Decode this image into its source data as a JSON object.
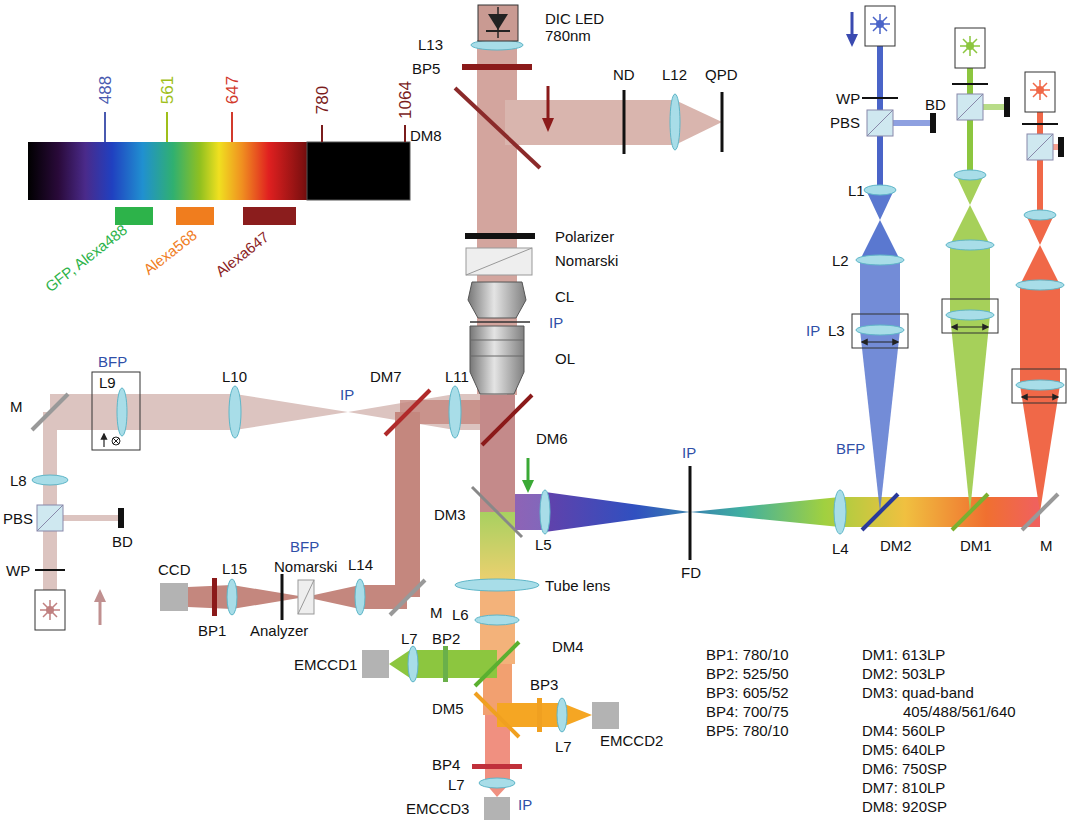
{
  "diagram": {
    "nodes": [
      {
        "text": [
          "CCD"
        ]
      },
      {
        "text": [
          "EMCCD1"
        ]
      },
      {
        "text": [
          "EMCCD2"
        ]
      },
      {
        "text": [
          "EMCCD3"
        ]
      }
    ],
    "labels": [
      "488",
      "561",
      "647",
      "780",
      "1064",
      "DIC LED 780nm",
      "L13",
      "BP5",
      "DM8",
      "ND",
      "L12",
      "QPD",
      "Polarizer",
      "Nomarski",
      "CL",
      "IP",
      "OL",
      "BFP",
      "L9",
      "M",
      "L10",
      "IP",
      "DM7",
      "L11",
      "DM6",
      "L8",
      "PBS",
      "BD",
      "WP",
      "BFP",
      "Nomarski",
      "L14",
      "L15",
      "Analyzer",
      "BP1",
      "M",
      "DM3",
      "L5",
      "IP",
      "FD",
      "L4",
      "DM2",
      "DM1",
      "M",
      "WP",
      "PBS",
      "BD",
      "L1",
      "L2",
      "IP",
      "L3",
      "BFP",
      "Tube lens",
      "L6",
      "BP2",
      "DM4",
      "L7",
      "DM5",
      "BP3",
      "L7",
      "BP4",
      "L7",
      "IP",
      "BP1: 780/10",
      "BP2: 525/50",
      "BP3: 605/52",
      "BP4: 700/75",
      "BP5: 780/10",
      "DM1: 613LP",
      "DM2: 503LP",
      "DM3: quad-band 405/488/561/640",
      "DM4: 560LP",
      "DM5: 640LP",
      "DM6: 750SP",
      "DM7: 810LP",
      "DM8: 920SP"
    ],
    "legend": [
      {
        "text": "GFP, Alexa488",
        "color": "#2db34a"
      },
      {
        "text": "Alexa568",
        "color": "#f07d1e"
      },
      {
        "text": "Alexa647",
        "color": "#8b1d1d"
      }
    ]
  }
}
